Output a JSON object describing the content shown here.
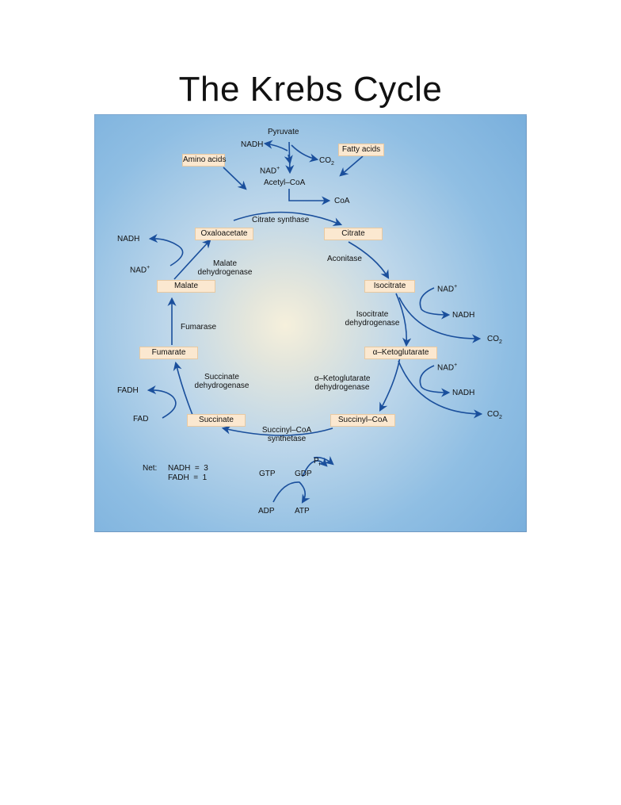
{
  "title": "The Krebs Cycle",
  "diagram": {
    "metabolites": {
      "citrate": "Citrate",
      "isocitrate": "Isocitrate",
      "ketoglutarate": "α–Ketoglutarate",
      "succinyl_coa": "Succinyl–CoA",
      "succinate": "Succinate",
      "fumarate": "Fumarate",
      "malate": "Malate",
      "oxaloacetate": "Oxaloacetate",
      "amino_acids": "Amino acids",
      "fatty_acids": "Fatty acids"
    },
    "enzymes": {
      "citrate_synthase": "Citrate synthase",
      "aconitase": "Aconitase",
      "isocitrate_dh_1": "Isocitrate",
      "isocitrate_dh_2": "dehydrogenase",
      "ketoglutarate_dh_1": "α–Ketoglutarate",
      "ketoglutarate_dh_2": "dehydrogenase",
      "succinyl_coa_synthetase_1": "Succinyl–CoA",
      "succinyl_coa_synthetase_2": "synthetase",
      "succinate_dh_1": "Succinate",
      "succinate_dh_2": "dehydrogenase",
      "fumarase": "Fumarase",
      "malate_dh_1": "Malate",
      "malate_dh_2": "dehydrogenase"
    },
    "cofactors": {
      "pyruvate": "Pyruvate",
      "nadh_top": "NADH",
      "nad_top": "NAD",
      "co2_top": "CO",
      "acetyl_coa": "Acetyl–CoA",
      "coa": "CoA",
      "nadh_left": "NADH",
      "nad_left": "NAD",
      "nad_iso": "NAD",
      "nadh_iso": "NADH",
      "co2_iso": "CO",
      "nad_kg": "NAD",
      "nadh_kg": "NADH",
      "co2_kg": "CO",
      "fadh": "FADH",
      "fad": "FAD",
      "gtp": "GTP",
      "gdp": "GDP",
      "pi": "P",
      "pi_sub": "i",
      "adp": "ADP",
      "atp": "ATP",
      "plus": "+",
      "two": "2"
    },
    "net": {
      "label": "Net:",
      "nadh_line": "NADH  =  3",
      "fadh_line": "FADH  =  1"
    }
  }
}
